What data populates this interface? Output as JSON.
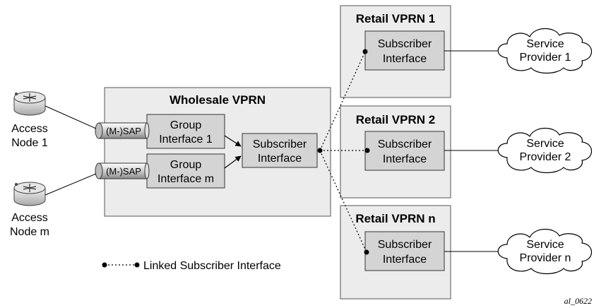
{
  "access_nodes": [
    {
      "line1": "Access",
      "line2": "Node 1"
    },
    {
      "line1": "Access",
      "line2": "Node m"
    }
  ],
  "wholesale": {
    "title": "Wholesale VPRN",
    "saps": [
      "(M-)SAP",
      "(M-)SAP"
    ],
    "groups": [
      {
        "line1": "Group",
        "line2": "Interface 1"
      },
      {
        "line1": "Group",
        "line2": "Interface m"
      }
    ],
    "subscriber": {
      "line1": "Subscriber",
      "line2": "Interface"
    }
  },
  "retail": [
    {
      "title": "Retail VPRN 1",
      "sub1": "Subscriber",
      "sub2": "Interface"
    },
    {
      "title": "Retail VPRN 2",
      "sub1": "Subscriber",
      "sub2": "Interface"
    },
    {
      "title": "Retail VPRN n",
      "sub1": "Subscriber",
      "sub2": "Interface"
    }
  ],
  "providers": [
    {
      "line1": "Service",
      "line2": "Provider 1"
    },
    {
      "line1": "Service",
      "line2": "Provider 2"
    },
    {
      "line1": "Service",
      "line2": "Provider n"
    }
  ],
  "legend": "Linked Subscriber Interface",
  "figure_id": "al_0622"
}
